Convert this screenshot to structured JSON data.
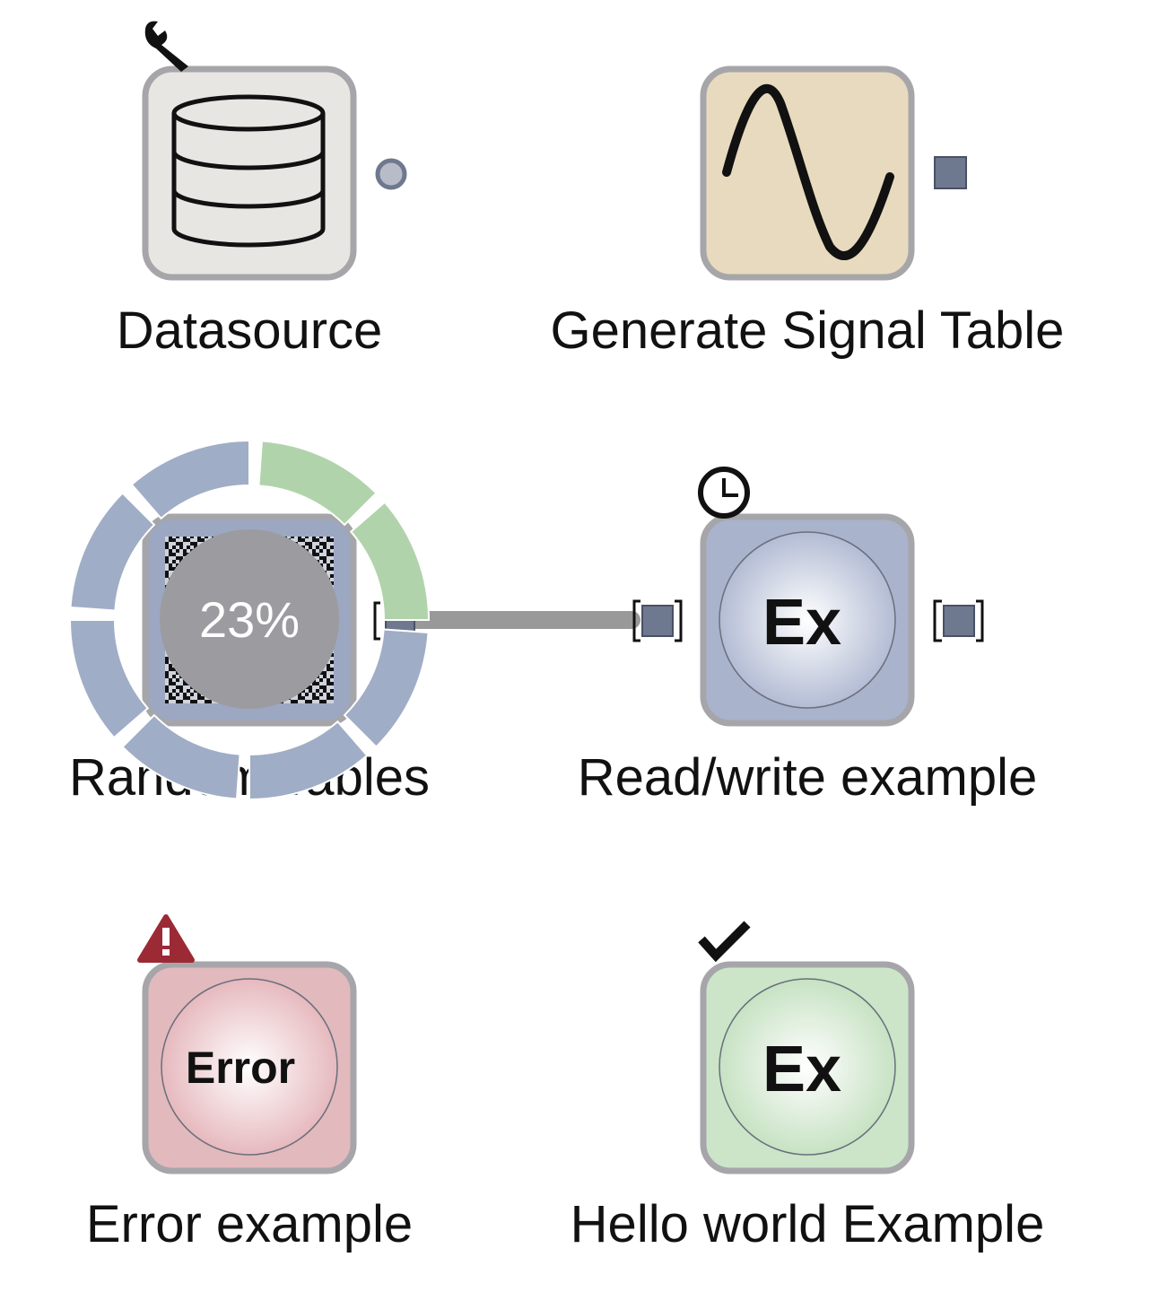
{
  "colors": {
    "node_border": "#a6a6aa",
    "datasource_fill": "#e8e6e2",
    "signal_fill": "#e8dabe",
    "random_fill": "#9ca7c2",
    "readwrite_fill": "#a9b3cc",
    "error_fill": "#e2b9bd",
    "hello_fill": "#cce5c9",
    "port_fill": "#6e788e",
    "connection": "#999999",
    "progress_done": "#b1d3ab",
    "progress_todo": "#a0adc6",
    "progress_center": "#9c9ca0",
    "warning_icon": "#9b2a35"
  },
  "nodes": {
    "datasource": {
      "label": "Datasource",
      "icon": "database-icon",
      "badge": "wrench-icon"
    },
    "signal": {
      "label": "Generate Signal Table",
      "icon": "sine-wave-icon"
    },
    "random": {
      "label": "Random Tables",
      "progress_text": "23%",
      "progress": 0.23
    },
    "readwrite": {
      "label": "Read/write example",
      "circle_text": "Ex",
      "badge": "clock-icon"
    },
    "error": {
      "label": "Error example",
      "circle_text": "Error",
      "badge": "warning-icon"
    },
    "hello": {
      "label": "Hello world Example",
      "circle_text": "Ex",
      "badge": "checkmark-icon"
    }
  }
}
